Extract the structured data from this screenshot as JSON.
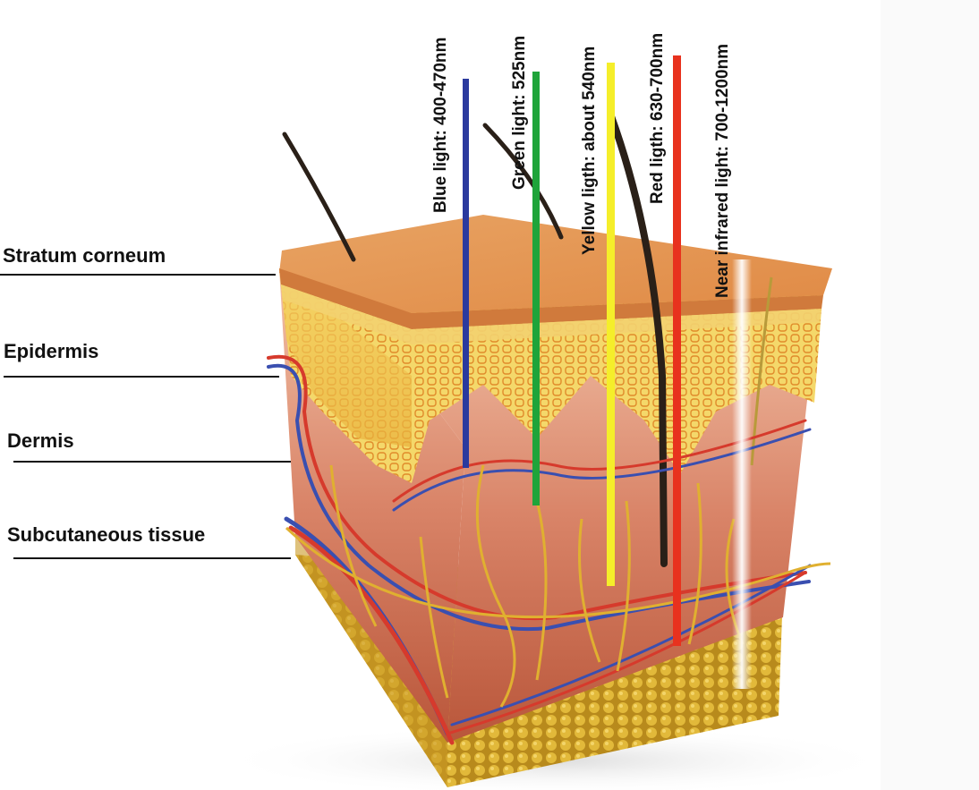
{
  "layers": [
    {
      "label": "Stratum corneum"
    },
    {
      "label": "Epidermis"
    },
    {
      "label": "Dermis"
    },
    {
      "label": "Subcutaneous tissue"
    }
  ],
  "beams": [
    {
      "label": "Blue light: 400-470nm",
      "color": "#2b3a9e"
    },
    {
      "label": "Green light: 525nm",
      "color": "#1fa43a"
    },
    {
      "label": "Yellow ligth: about 540nm",
      "color": "#f5ee2a"
    },
    {
      "label": "Red ligth: 630-700nm",
      "color": "#e8321e"
    },
    {
      "label": "Near infrared light: 700-1200nm",
      "color": "#ffffff"
    }
  ],
  "colors": {
    "surface": "#e89a55",
    "epidermis": "#f0c24a",
    "dermis": "#d9826a",
    "fat": "#d6a82c",
    "vessel_red": "#d63a2c",
    "vessel_blue": "#3a4fb0",
    "nerve": "#e0b030"
  }
}
